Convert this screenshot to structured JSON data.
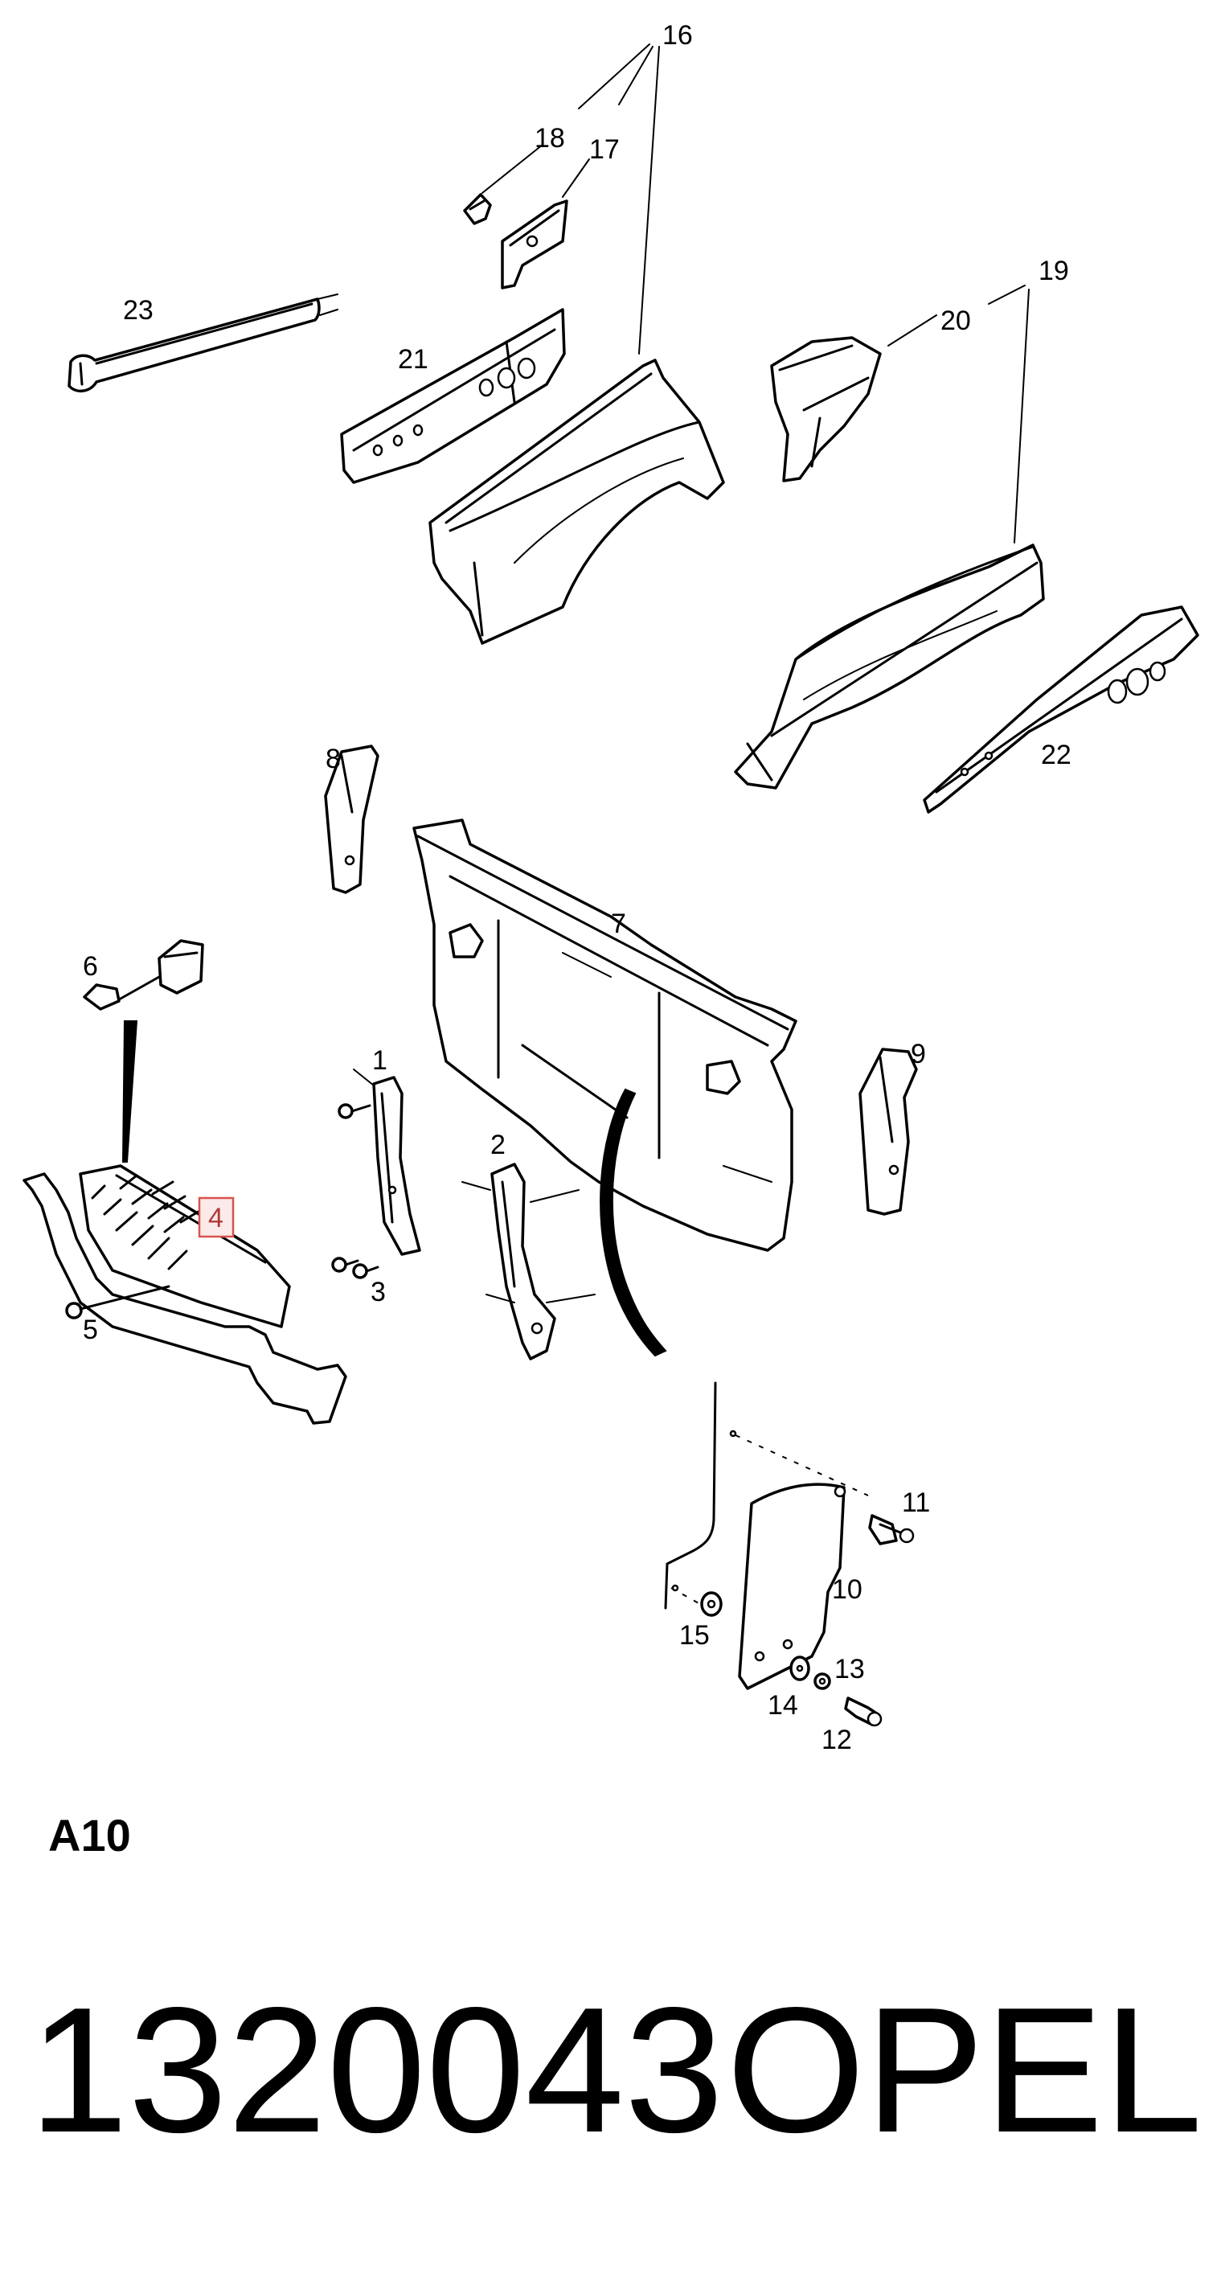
{
  "diagram": {
    "callouts": [
      "1",
      "2",
      "3",
      "4",
      "5",
      "6",
      "7",
      "8",
      "9",
      "10",
      "11",
      "12",
      "13",
      "14",
      "15",
      "16",
      "17",
      "18",
      "19",
      "20",
      "21",
      "22",
      "23"
    ],
    "highlighted_callout": "4"
  },
  "section_code": "A10",
  "footer": {
    "part_number": "1320043",
    "brand": "OPEL"
  }
}
